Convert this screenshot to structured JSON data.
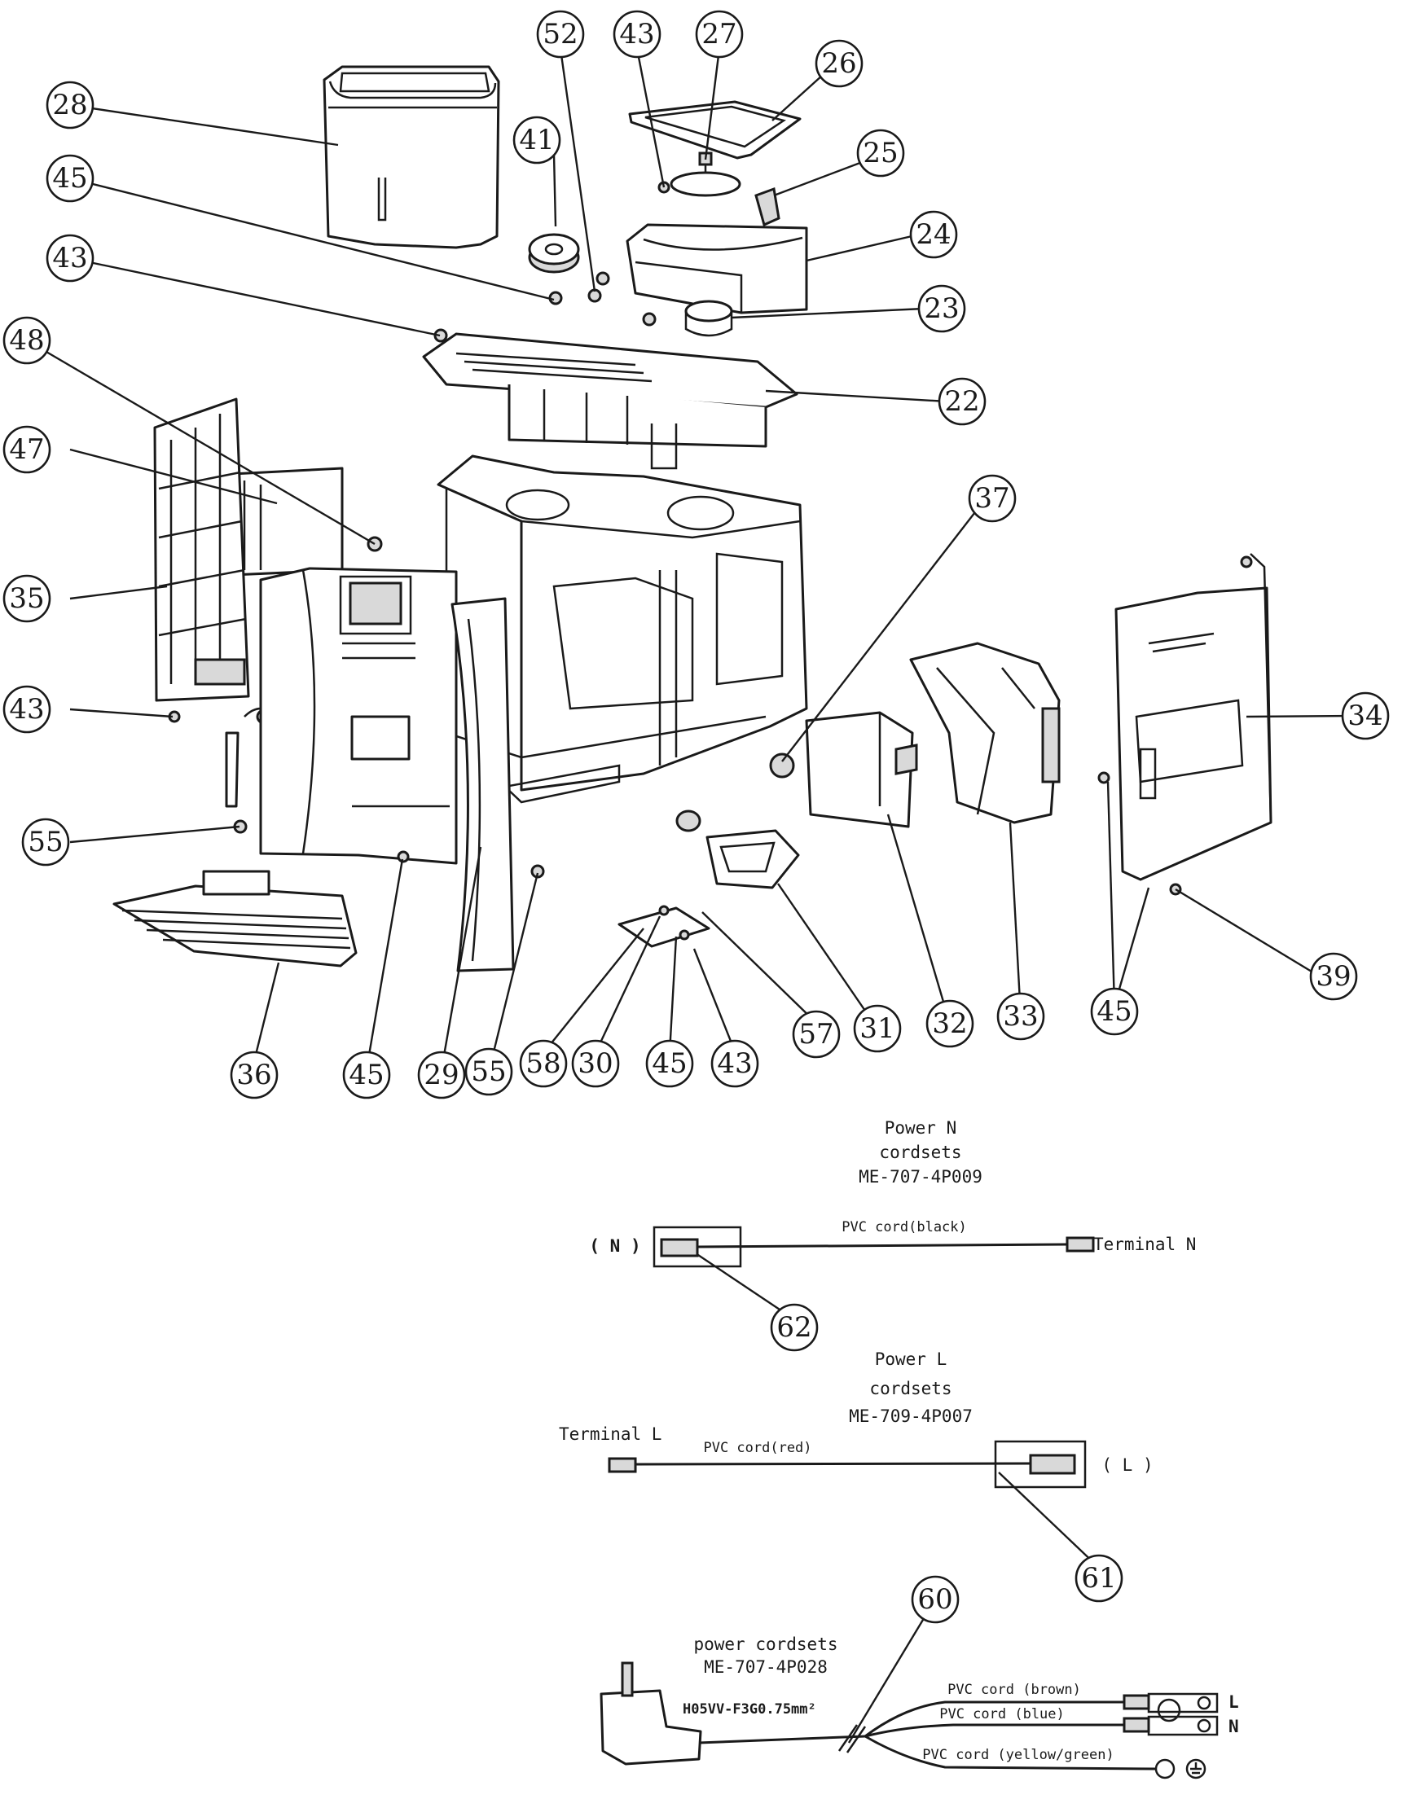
{
  "callouts": [
    "28",
    "45",
    "43",
    "48",
    "47",
    "35",
    "43",
    "55",
    "36",
    "45",
    "29",
    "55",
    "41",
    "52",
    "43",
    "27",
    "26",
    "25",
    "24",
    "23",
    "22",
    "37",
    "58",
    "30",
    "45",
    "43",
    "57",
    "31",
    "32",
    "33",
    "34",
    "39",
    "45",
    "62",
    "61",
    "60"
  ],
  "cordset_n": {
    "title_line1": "Power N",
    "title_line2": "cordsets",
    "title_line3": "ME-707-4P009",
    "end_label": "( N )",
    "cord_label": "PVC cord(black)",
    "terminal_label": "Terminal N"
  },
  "cordset_l": {
    "title_line1": "Power L",
    "title_line2": "cordsets",
    "title_line3": "ME-709-4P007",
    "terminal_label": "Terminal L",
    "cord_label": "PVC cord(red)",
    "end_label": "( L )"
  },
  "cordset_main": {
    "title_line1": "power cordsets",
    "title_line2": "ME-707-4P028",
    "spec_label": "H05VV-F3G0.75mm²",
    "cord_brown": "PVC cord (brown)",
    "cord_blue": "PVC cord (blue)",
    "cord_yg": "PVC cord (yellow/green)",
    "end_l": "L",
    "end_n": "N"
  }
}
